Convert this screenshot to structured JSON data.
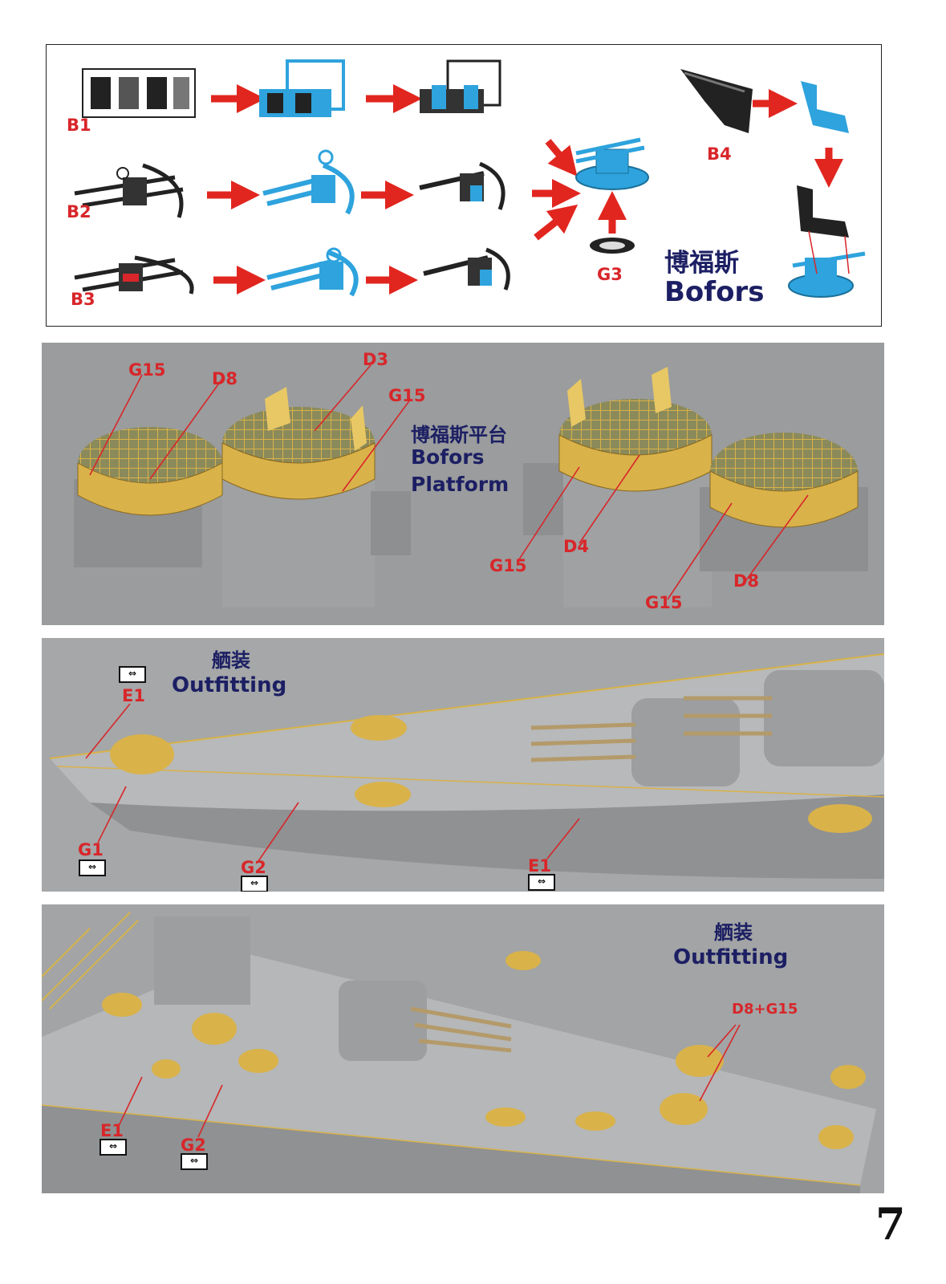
{
  "steps": {
    "b1": "B1",
    "b2": "B2",
    "b3": "B3",
    "b4": "B4",
    "g3": "G3",
    "title_cn": "博福斯",
    "title_en": "Bofors"
  },
  "platform": {
    "title_cn": "博福斯平台",
    "title_en_1": "Bofors",
    "title_en_2": "Platform",
    "labels": [
      "G15",
      "D8",
      "D3",
      "G15",
      "G15",
      "D4",
      "G15",
      "D8"
    ]
  },
  "outfit1": {
    "title_cn": "舾装",
    "title_en": "Outfitting",
    "e1_top": "E1",
    "g1": "G1",
    "g2": "G2",
    "e1_bottom": "E1",
    "dir_glyph": "⇔"
  },
  "outfit2": {
    "title_cn": "舾装",
    "title_en": "Outfitting",
    "d8g15": "D8+G15",
    "e1": "E1",
    "g2": "G2",
    "dir_glyph": "⇔"
  },
  "page_number": "7",
  "colors": {
    "label_red": "#d8262a",
    "title_navy": "#1c1f63",
    "part_blue": "#2ea3dd",
    "brass": "#d9b24a",
    "resin_grey": "#9fa1a2"
  }
}
